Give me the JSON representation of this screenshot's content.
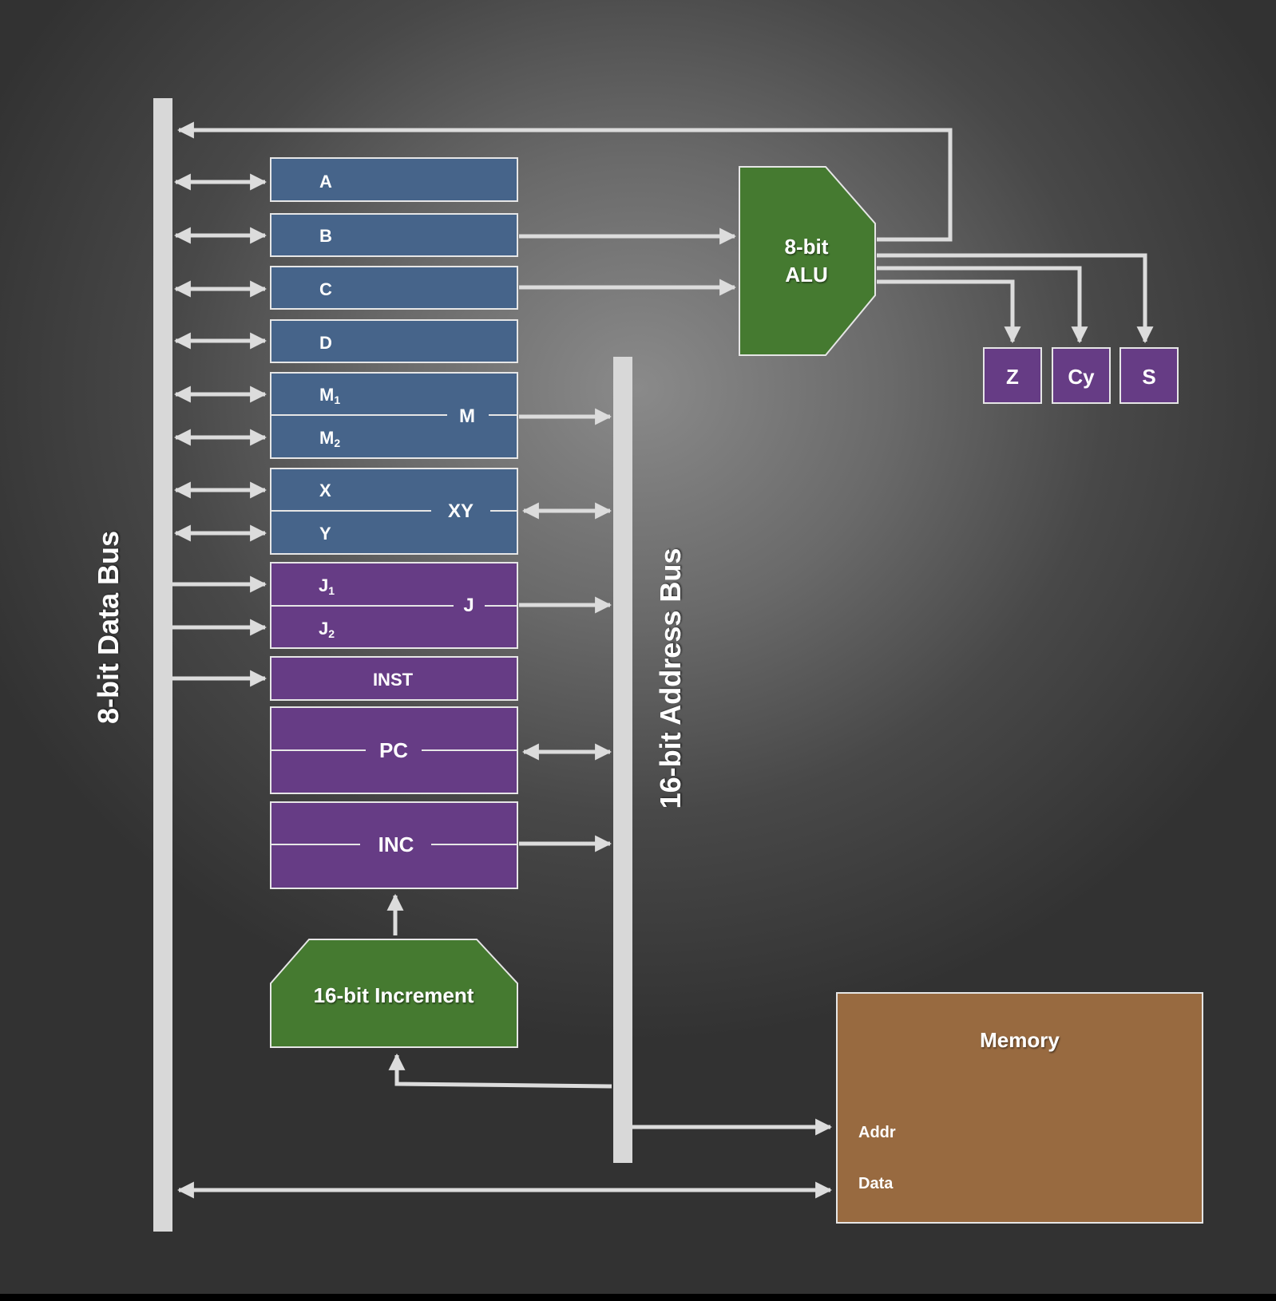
{
  "buses": {
    "data_bus_label": "8-bit Data Bus",
    "address_bus_label": "16-bit Address Bus"
  },
  "registers": {
    "a": "A",
    "b": "B",
    "c": "C",
    "d": "D",
    "m1": "M",
    "m1_sub": "1",
    "m2": "M",
    "m2_sub": "2",
    "m": "M",
    "x": "X",
    "y": "Y",
    "xy": "XY",
    "j1": "J",
    "j1_sub": "1",
    "j2": "J",
    "j2_sub": "2",
    "j": "J",
    "inst": "INST",
    "pc": "PC",
    "inc": "INC"
  },
  "alu": {
    "line1": "8-bit",
    "line2": "ALU"
  },
  "incrementer": {
    "label": "16-bit Increment"
  },
  "flags": {
    "z": "Z",
    "cy": "Cy",
    "s": "S"
  },
  "memory": {
    "title": "Memory",
    "addr": "Addr",
    "data": "Data"
  },
  "colors": {
    "register_blue": "#46648a",
    "register_purple": "#663c85",
    "alu_green": "#457a30",
    "memory_brown": "#986a40",
    "bus_gray": "#d8d8d8",
    "arrow_gray": "#dcdcdc"
  }
}
